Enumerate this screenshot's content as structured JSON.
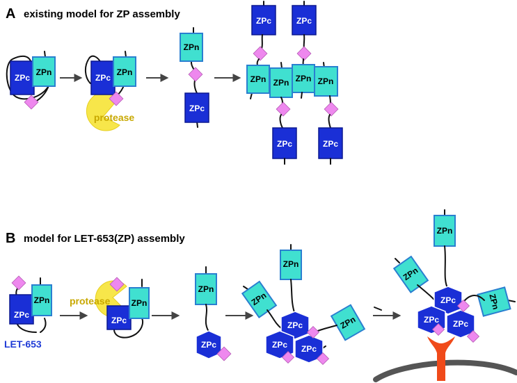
{
  "panels": {
    "a": {
      "letter": "A",
      "title": "existing model for ZP assembly"
    },
    "b": {
      "letter": "B",
      "title": "model for LET-653(ZP) assembly"
    }
  },
  "labels": {
    "zpc": "ZPc",
    "zpn": "ZPn",
    "protease": "protease",
    "let653": "LET-653"
  },
  "colors": {
    "zpc_fill": "#1a2fd6",
    "zpc_stroke": "#0c1890",
    "zpc_text": "#ffffff",
    "zpn_fill": "#40e0d0",
    "zpn_stroke": "#2a7fd0",
    "zpn_text": "#000000",
    "cleavage_site": "#ee88ee",
    "protease_fill": "#f7e64a",
    "protease_text": "#c8a800",
    "let653_text": "#1f3bd6",
    "membrane": "#555555",
    "receptor": "#f04a1a"
  }
}
